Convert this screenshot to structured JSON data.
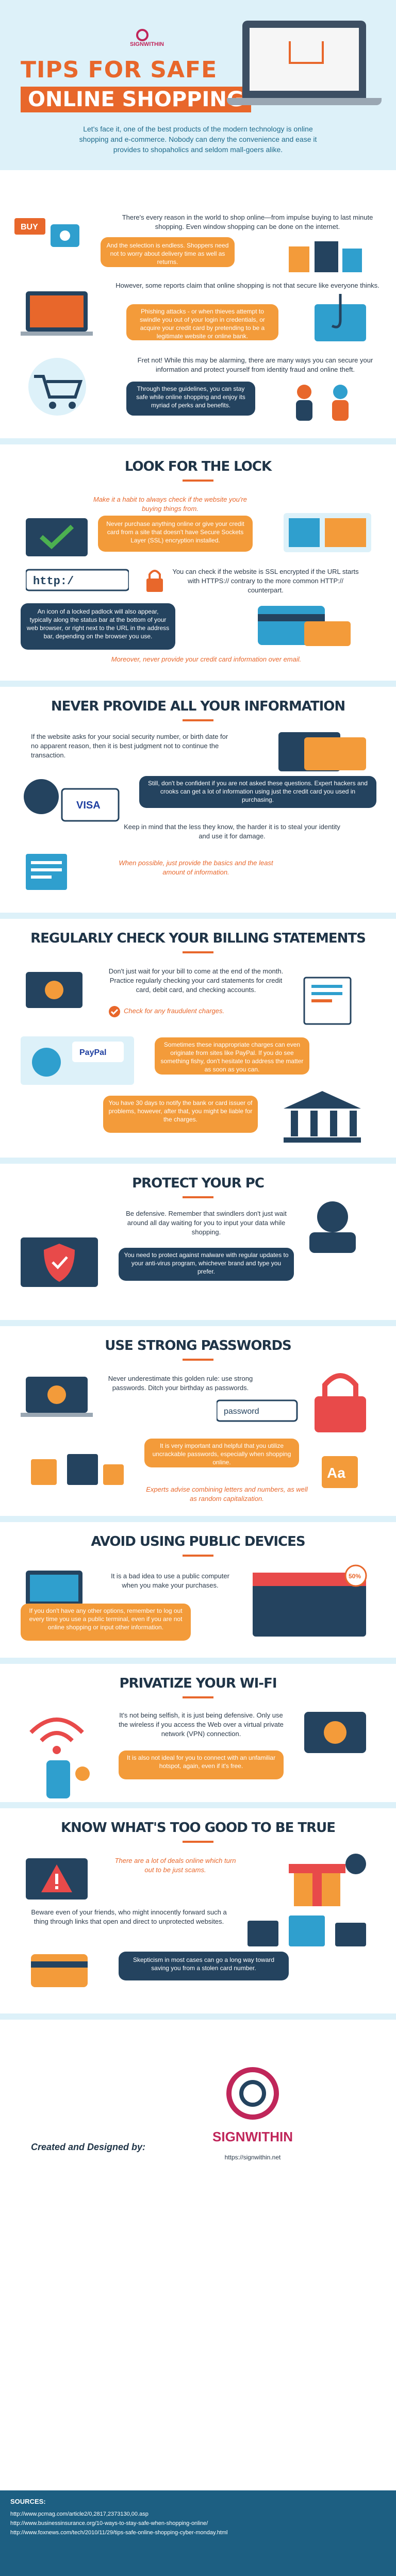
{
  "header": {
    "brand": "SIGNWITHIN",
    "title_line1": "TIPS FOR SAFE",
    "title_line2": "ONLINE SHOPPING",
    "intro": "Let's face it, one of the best products of the modern technology is online shopping and e-commerce. Nobody can deny the convenience and ease it provides to shopaholics and seldom mall-goers alike."
  },
  "intro_section": {
    "p1": "There's every reason in the world to shop online—from impulse buying to last minute shopping. Even window shopping can be done on the internet.",
    "p2": "And the selection is endless. Shoppers need not to worry about delivery time as well as returns.",
    "p3": "However, some reports claim that online shopping is not that secure like everyone thinks.",
    "p4": "Phishing attacks - or when thieves attempt to swindle you out of your login in credentials, or acquire your credit card by pretending to be a legitimate website or online bank.",
    "p5": "Fret not! While this may be alarming, there are many ways you can secure your information and protect yourself from identity fraud and online theft.",
    "p6": "Through these guidelines, you can stay safe while online shopping and enjoy its myriad of perks and benefits.",
    "buy_label": "BUY"
  },
  "lock": {
    "title": "LOOK FOR THE LOCK",
    "p1": "Make it a habit to always check if the website you're buying things from.",
    "p2": "Never purchase anything online or give your credit card from a site that doesn't have Secure Sockets Layer (SSL) encryption installed.",
    "url_label": "http:/",
    "p3": "You can check if the website is SSL encrypted if the URL starts with HTTPS:// contrary to the more common HTTP:// counterpart.",
    "p4": "An icon of a locked padlock will also appear, typically along the status bar at the bottom of your web browser, or right next to the URL in the address bar, depending on the browser you use.",
    "p5": "Moreover, never provide your credit card information over email."
  },
  "never": {
    "title": "NEVER PROVIDE ALL YOUR INFORMATION",
    "p1": "If the website asks for your social security number, or birth date for no apparent reason, then it is best judgment not to continue the transaction.",
    "card_label": "VISA",
    "p2": "Still, don't be confident if you are not asked these questions. Expert hackers and crooks can get a lot of information using just the credit card you used in purchasing.",
    "p3": "Keep in mind that the less they know, the harder it is to steal your identity and use it for damage.",
    "p4": "When possible, just provide the basics and the least amount of information."
  },
  "billing": {
    "title": "REGULARLY CHECK YOUR BILLING STATEMENTS",
    "p1": "Don't just wait for your bill to come at the end of the month. Practice regularly checking your card statements for credit card, debit card, and checking accounts.",
    "p2": "Check for any fraudulent charges.",
    "paypal_label": "PayPal",
    "p3": "Sometimes these inappropriate charges can even originate from sites like PayPal. If you do see something fishy, don't hesitate to address the matter as soon as you can.",
    "p4": "You have 30 days to notify the bank or card issuer of problems, however, after that, you might be liable for the charges."
  },
  "pc": {
    "title": "PROTECT YOUR PC",
    "p1": "Be defensive. Remember that swindlers don't just wait around all day waiting for you to input your data while shopping.",
    "p2": "You need to protect against malware with regular updates to your anti-virus program, whichever brand and type you prefer."
  },
  "passwords": {
    "title": "USE STRONG PASSWORDS",
    "p1": "Never underestimate this golden rule: use strong passwords. Ditch your birthday as passwords.",
    "password_label": "password",
    "p2": "It is very important and helpful that you utilize uncrackable passwords, especially when shopping online.",
    "p3": "Experts advise combining letters and numbers, as well as random capitalization.",
    "aa_label": "Aa"
  },
  "public": {
    "title": "AVOID USING PUBLIC DEVICES",
    "p1": "It is a bad idea to use a public computer when you make your purchases.",
    "p2": "If you don't have any other options, remember to log out every time you use a public terminal, even if you are not online shopping or input other information.",
    "sale_label": "50%"
  },
  "wifi": {
    "title": "PRIVATIZE YOUR WI-FI",
    "p1": "It's not being selfish, it is just being defensive. Only use the wireless if you access the Web over a virtual private network (VPN) connection.",
    "p2": "It is also not ideal for you to connect with an unfamiliar hotspot, again, even if it's free."
  },
  "toogood": {
    "title": "KNOW WHAT'S TOO GOOD TO BE TRUE",
    "p1": "There are a lot of deals online which turn out to be just scams.",
    "p2": "Beware even of your friends, who might innocently forward such a thing through links that open and direct to unprotected websites.",
    "p3": "Skepticism in most cases can go a long way toward saving you from a stolen card number."
  },
  "credits": {
    "created": "Created and Designed by:",
    "brand": "SIGNWITHIN",
    "url": "https://signwithin.net"
  },
  "sources": {
    "heading": "SOURCES:",
    "links": [
      "http://www.pcmag.com/article2/0,2817,2373130,00.asp",
      "http://www.businessinsurance.org/10-ways-to-stay-safe-when-shopping-online/",
      "http://www.foxnews.com/tech/2010/11/29/tips-safe-online-shopping-cyber-monday.html"
    ]
  },
  "colors": {
    "accent": "#e8672b",
    "navy": "#24435f",
    "orange_pill": "#f39b3a",
    "light_band": "#ddf1f9",
    "brand": "#c0265a"
  }
}
